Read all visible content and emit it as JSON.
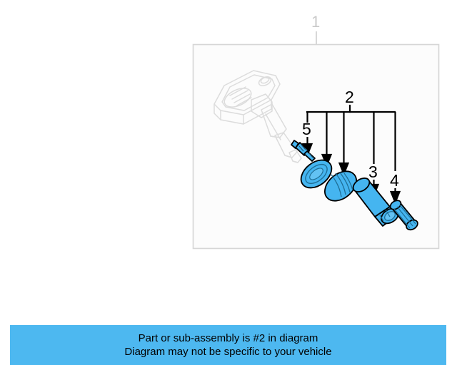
{
  "diagram": {
    "title_callout": "1",
    "box": {
      "border_color": "#d6d6d6",
      "fill_color": "#fcfcfc"
    },
    "colors": {
      "part_blue": "#45b5f0",
      "part_blue_shade": "#2aa3e4",
      "part_outline": "#000000",
      "ghost_outline": "#dcdcdc",
      "callout_black": "#000000",
      "callout_gray": "#c9c9c9",
      "banner_blue": "#4db8f0"
    },
    "ghost_part": {
      "name": "tpms-sensor-assembly"
    },
    "bracket": {
      "label": "2",
      "member_count": 5
    },
    "callouts": [
      {
        "id": "1",
        "label": "1",
        "name": "sensor-assembly-callout",
        "muted": true
      },
      {
        "id": "2",
        "label": "2",
        "name": "sub-assembly-bracket-callout",
        "muted": false
      },
      {
        "id": "5",
        "label": "5",
        "name": "valve-core-callout",
        "muted": false
      },
      {
        "id": "3",
        "label": "3",
        "name": "valve-sleeve-callout",
        "muted": false
      },
      {
        "id": "4",
        "label": "4",
        "name": "valve-cap-callout",
        "muted": false
      }
    ]
  },
  "caption": {
    "line1": "Part or sub-assembly is #2 in diagram",
    "line2": "Diagram may not be specific to your vehicle"
  }
}
